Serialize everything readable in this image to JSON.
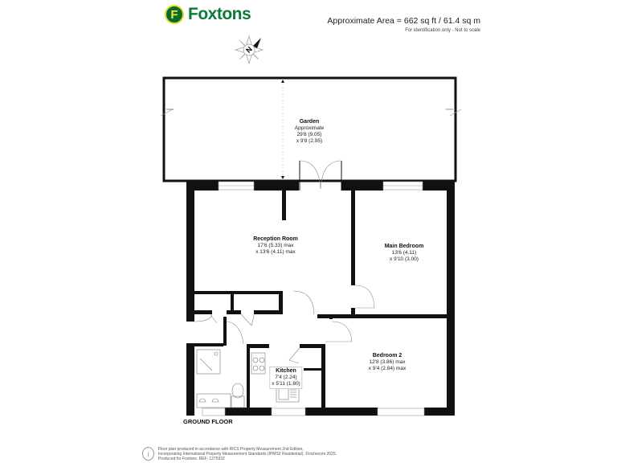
{
  "brand": {
    "logo_letter": "F",
    "name": "Foxtons",
    "primary_color": "#0b7a37",
    "accent_color": "#e6dc2a"
  },
  "header": {
    "area_text": "Approximate Area = 662 sq ft / 61.4 sq m",
    "note": "For identification only - Not to scale"
  },
  "compass": {
    "icon": "compass-north-icon",
    "letter": "N"
  },
  "rooms": [
    {
      "id": "garden",
      "name": "Garden",
      "lines": [
        "Approximate",
        "29'8 (9.05)",
        "x 9'8 (2.95)"
      ]
    },
    {
      "id": "reception",
      "name": "Reception Room",
      "lines": [
        "17'6 (5.33) max",
        "x 13'6 (4.11) max"
      ]
    },
    {
      "id": "main-bedroom",
      "name": "Main Bedroom",
      "lines": [
        "13'6 (4.11)",
        "x 9'10 (3.00)"
      ]
    },
    {
      "id": "bedroom-2",
      "name": "Bedroom 2",
      "lines": [
        "12'8 (3.86) max",
        "x 9'4 (2.84) max"
      ]
    },
    {
      "id": "kitchen",
      "name": "Kitchen",
      "lines": [
        "7'4 (2.24)",
        "x 5'11 (1.80)"
      ]
    }
  ],
  "floor_label": "GROUND FLOOR",
  "footer": {
    "icon": "info-icon",
    "lines": [
      "Floor plan produced in accordance with RICS Property Measurement 2nd Edition,",
      "Incorporating International Property Measurement Standards (IPMS2 Residential).  ©nichecom 2025.",
      "Produced for Foxtons.   REF: 1275932"
    ]
  }
}
